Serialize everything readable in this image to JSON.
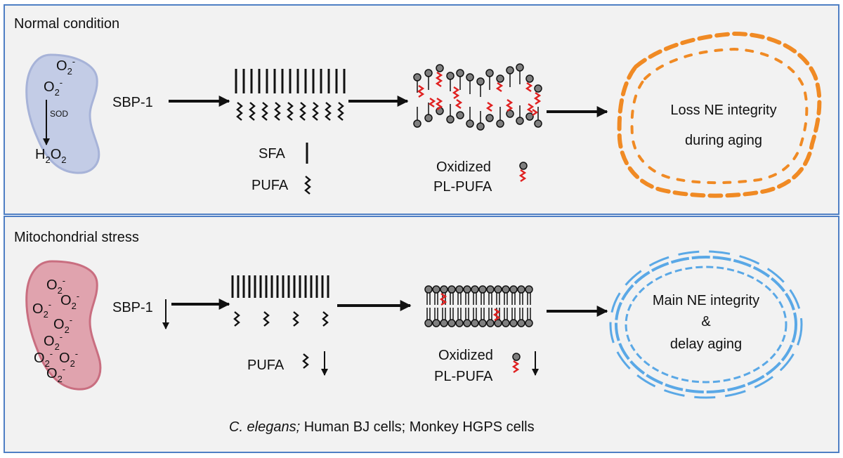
{
  "colors": {
    "panel_bg": "#f2f2f2",
    "panel_border": "#4f7fc4",
    "mito_normal_fill": "#c3cce6",
    "mito_normal_stroke": "#a7b3d8",
    "mito_stress_fill": "#e0a3ae",
    "mito_stress_stroke": "#c96e80",
    "oxidized_red": "#e02020",
    "head_gray": "#7f7f7f",
    "nucleus_orange": "#f08a24",
    "nucleus_blue": "#5aa8e6"
  },
  "top_panel": {
    "title": "Normal condition",
    "mito_labels": {
      "o2_a": "O",
      "o2_a_sub": "2",
      "o2_a_sup": "-",
      "o2_b": "O",
      "o2_b_sub": "2",
      "o2_b_sup": "-",
      "sod": "SOD",
      "h2o2_1": "H",
      "h2o2_2": "2",
      "h2o2_3": "O",
      "h2o2_4": "2"
    },
    "sbp1": "SBP-1",
    "sfa_legend": "SFA",
    "pufa_legend": "PUFA",
    "oxidized_legend_line1": "Oxidized",
    "oxidized_legend_line2": "PL-PUFA",
    "nucleus_line1": "Loss NE integrity",
    "nucleus_line2": "during aging",
    "icons": [
      "mitochondrion-icon",
      "arrow-right-icon",
      "saturated-fatty-acid-icon",
      "polyunsaturated-fatty-acid-icon",
      "phospholipid-bilayer-icon",
      "nucleus-envelope-icon"
    ]
  },
  "bottom_panel": {
    "title": "Mitochondrial stress",
    "o2": "O",
    "o2_sub": "2",
    "o2_sup": "-",
    "sbp1": "SBP-1",
    "pufa_legend": "PUFA",
    "oxidized_legend_line1": "Oxidized",
    "oxidized_legend_line2": "PL-PUFA",
    "nucleus_line1": "Main NE integrity",
    "nucleus_line2": "&",
    "nucleus_line3": "delay aging",
    "footer_italic": "C. elegans;",
    "footer_rest": " Human BJ cells; Monkey HGPS cells",
    "icons": [
      "mitochondrion-icon",
      "down-arrow-icon",
      "arrow-right-icon",
      "phospholipid-bilayer-icon",
      "nucleus-envelope-icon"
    ]
  }
}
